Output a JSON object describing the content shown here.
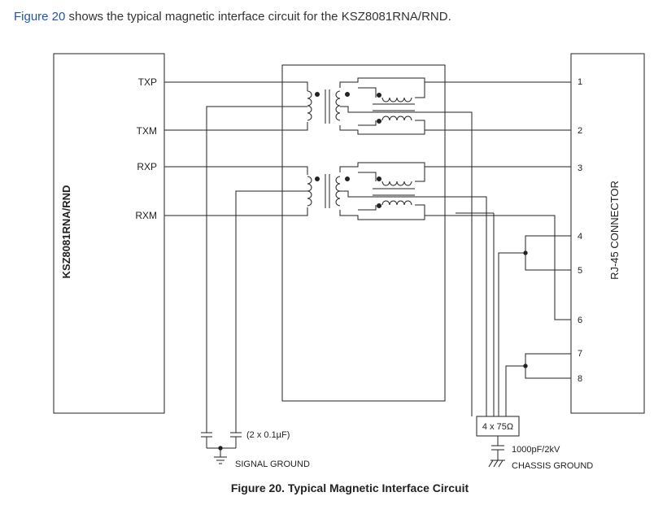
{
  "intro": {
    "link": "Figure 20",
    "text": " shows the typical magnetic interface circuit for the KSZ8081RNA/RND."
  },
  "diagram": {
    "chip_label": "KSZ8081RNA/RND",
    "connector_label": "RJ-45 CONNECTOR",
    "signals": [
      "TXP",
      "TXM",
      "RXP",
      "RXM"
    ],
    "pins": [
      "1",
      "2",
      "3",
      "4",
      "5",
      "6",
      "7",
      "8"
    ],
    "cap_label": "(2 x 0.1µF)",
    "signal_ground": "SIGNAL GROUND",
    "resistor_label": "4 x 75Ω",
    "hv_cap_label": "1000pF/2kV",
    "chassis_ground": "CHASSIS GROUND",
    "caption": "Figure 20. Typical Magnetic Interface Circuit"
  },
  "colors": {
    "link": "#2255aa",
    "line": "#222222"
  }
}
